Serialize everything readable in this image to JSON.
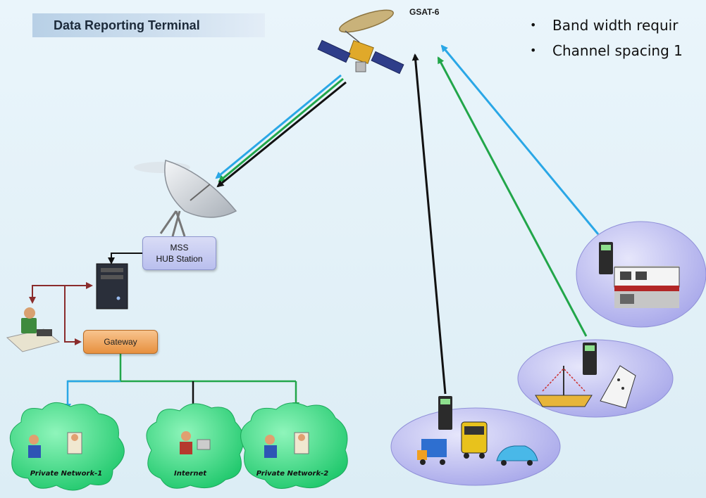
{
  "title": "Data Reporting Terminal",
  "satellite": {
    "label": "GSAT-6",
    "icon": "satellite-icon"
  },
  "bullets": [
    "Band width requir",
    "Channel spacing 1"
  ],
  "hub": {
    "line1": "MSS",
    "line2": "HUB Station"
  },
  "gateway": {
    "label": "Gateway"
  },
  "networks": [
    {
      "label": "Private Network-1"
    },
    {
      "label": "Internet"
    },
    {
      "label": "Private Network-2"
    }
  ],
  "colors": {
    "link_blue": "#2aa7e6",
    "link_green": "#22a64a",
    "link_black": "#111111",
    "link_maroon": "#8a2c2c",
    "cloud_green": "#2fd27a",
    "ellipse_lavender": "#b3b3ee"
  }
}
